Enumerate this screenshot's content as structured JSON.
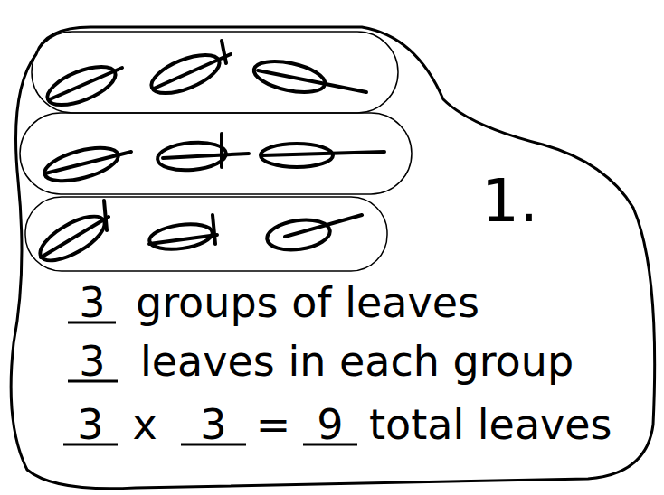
{
  "diagram": {
    "labels": [
      "1.",
      "3",
      "groups of leaves",
      "3",
      "leaves in each group",
      "3",
      "x",
      "3",
      "=",
      "9",
      "total leaves"
    ]
  }
}
